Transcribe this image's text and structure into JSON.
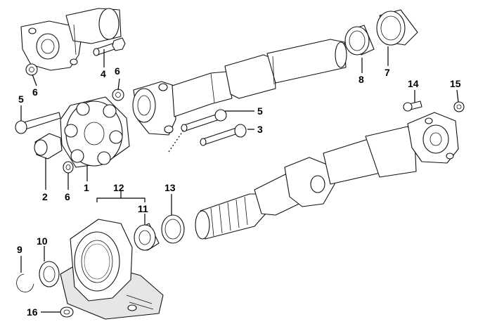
{
  "diagram": {
    "callouts": {
      "c1": "1",
      "c2": "2",
      "c3": "3",
      "c4": "4",
      "c5a": "5",
      "c5b": "5",
      "c6a": "6",
      "c6b": "6",
      "c6c": "6",
      "c7": "7",
      "c8": "8",
      "c9": "9",
      "c10": "10",
      "c11": "11",
      "c12": "12",
      "c13": "13",
      "c14": "14",
      "c15": "15",
      "c16": "16"
    }
  }
}
